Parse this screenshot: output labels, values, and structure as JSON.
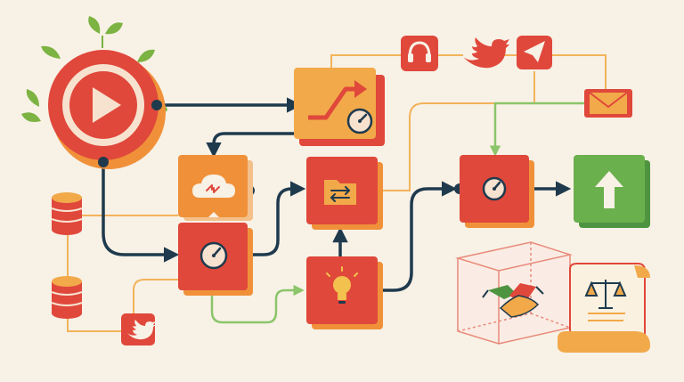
{
  "colors": {
    "background": "#f8f1e6",
    "navy": "#1f3a4d",
    "red": "#e0483b",
    "orange": "#f0913a",
    "light_orange": "#f2a94a",
    "green": "#6ab04c",
    "leaf": "#7cb342",
    "beige": "#f3e4cc",
    "connector_orange": "#f2b35a",
    "connector_green": "#8cc56a"
  },
  "nodes": [
    {
      "id": "play-button",
      "icon": "play-icon"
    },
    {
      "id": "growth-chart-node",
      "icon": "trend-arrow-icon"
    },
    {
      "id": "cloud-sync-node",
      "icon": "cloud-sync-icon"
    },
    {
      "id": "gauge-node-left",
      "icon": "gauge-icon"
    },
    {
      "id": "folder-transfer-node",
      "icon": "folder-swap-icon"
    },
    {
      "id": "idea-node",
      "icon": "lightbulb-icon"
    },
    {
      "id": "gauge-node-right",
      "icon": "gauge-icon"
    },
    {
      "id": "upload-node",
      "icon": "up-arrow-icon"
    },
    {
      "id": "contract-cube",
      "icon": "handshake-icon"
    },
    {
      "id": "legal-scroll",
      "icon": "scales-icon"
    }
  ],
  "social_icons": [
    "headset-icon",
    "twitter-bird-icon",
    "paper-plane-icon",
    "mail-icon",
    "twitter-bird-icon"
  ],
  "databases": [
    "database-icon",
    "database-icon"
  ]
}
